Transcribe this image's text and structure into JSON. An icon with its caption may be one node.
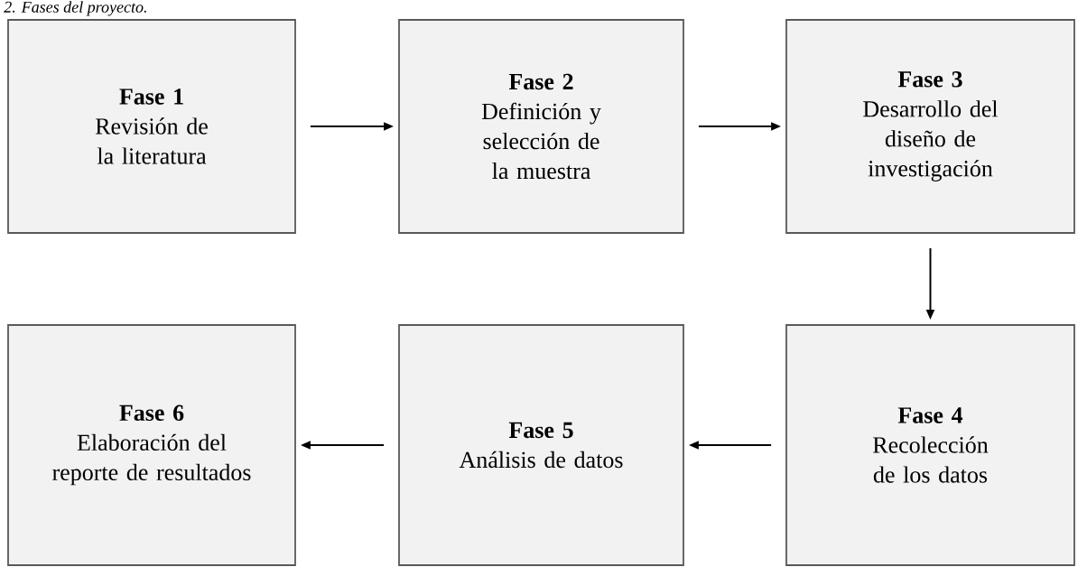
{
  "diagram": {
    "title": "2. Fases del proyecto.",
    "nodes": [
      {
        "text": [
          "Fase 1",
          "Revisión de la literatura"
        ]
      },
      {
        "text": [
          "Fase 2",
          "Definición y selección de la muestra"
        ]
      },
      {
        "text": [
          "Fase 3",
          "Desarrollo del diseño de investigación"
        ]
      },
      {
        "text": [
          "Fase 4",
          "Recolección de los datos"
        ]
      },
      {
        "text": [
          "Fase 5",
          "Análisis de datos"
        ]
      },
      {
        "text": [
          "Fase 6",
          "Elaboración del reporte de resultados"
        ]
      }
    ],
    "edges": [
      {
        "from": 0,
        "to": 1,
        "arrow": "to"
      },
      {
        "from": 1,
        "to": 2,
        "arrow": "to"
      },
      {
        "from": 2,
        "to": 3,
        "arrow": "to"
      },
      {
        "from": 3,
        "to": 4,
        "arrow": "to"
      },
      {
        "from": 4,
        "to": 5,
        "arrow": "to"
      }
    ]
  }
}
